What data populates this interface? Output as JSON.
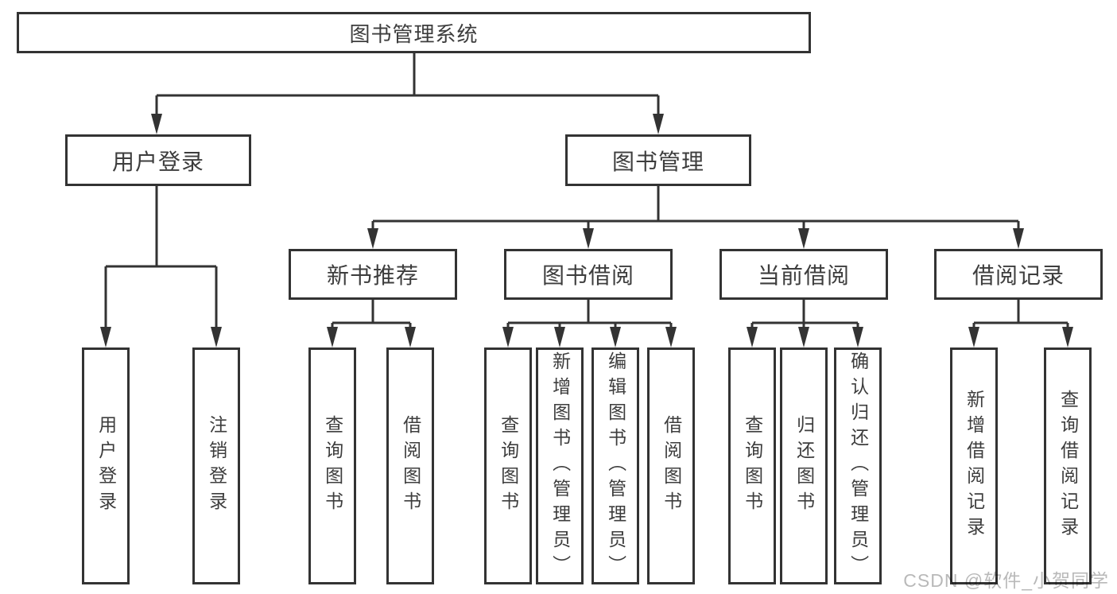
{
  "diagram": {
    "root": {
      "label": "图书管理系统"
    },
    "level2": [
      {
        "label": "用户登录"
      },
      {
        "label": "图书管理"
      }
    ],
    "level3": [
      {
        "label": "新书推荐"
      },
      {
        "label": "图书借阅"
      },
      {
        "label": "当前借阅"
      },
      {
        "label": "借阅记录"
      }
    ],
    "leaves": {
      "user_login": [
        {
          "label": "用户登录"
        },
        {
          "label": "注销登录"
        }
      ],
      "new_book": [
        {
          "label": "查询图书"
        },
        {
          "label": "借阅图书"
        }
      ],
      "book_borrow": [
        {
          "label": "查询图书"
        },
        {
          "label": "新增图书（管理员）"
        },
        {
          "label": "编辑图书（管理员）"
        },
        {
          "label": "借阅图书"
        }
      ],
      "current_borrow": [
        {
          "label": "查询图书"
        },
        {
          "label": "归还图书"
        },
        {
          "label": "确认归还（管理员）"
        }
      ],
      "borrow_record": [
        {
          "label": "新增借阅记录"
        },
        {
          "label": "查询借阅记录"
        }
      ]
    },
    "colors": {
      "line": "#333333",
      "box_border": "#333333",
      "box_fill": "#ffffff",
      "text": "#3d3d3d",
      "watermark": "#b9b9b9"
    }
  },
  "watermark": {
    "text": "CSDN @软件_小贺同学"
  }
}
